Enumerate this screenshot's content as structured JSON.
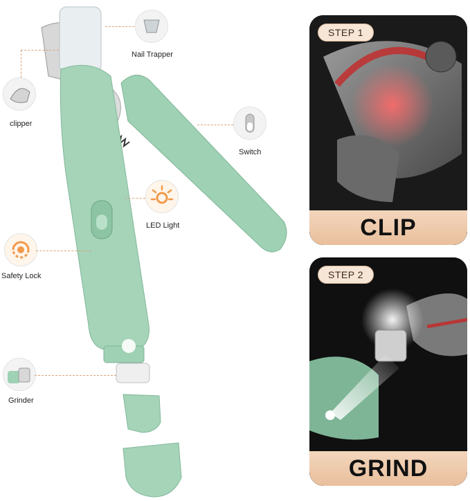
{
  "callouts": {
    "nail_trapper": "Nail Trapper",
    "clipper": "clipper",
    "switch": "Switch",
    "led_light": "LED Light",
    "safety_lock": "Safety Lock",
    "grinder": "Grinder"
  },
  "steps": [
    {
      "pill": "STEP 1",
      "banner": "CLIP"
    },
    {
      "pill": "STEP 2",
      "banner": "GRIND"
    }
  ],
  "colors": {
    "body_green": "#9fd1b4",
    "accent_orange": "#f29a4a",
    "banner_peach": "#ecc6a6",
    "panel_dark": "#111111"
  }
}
